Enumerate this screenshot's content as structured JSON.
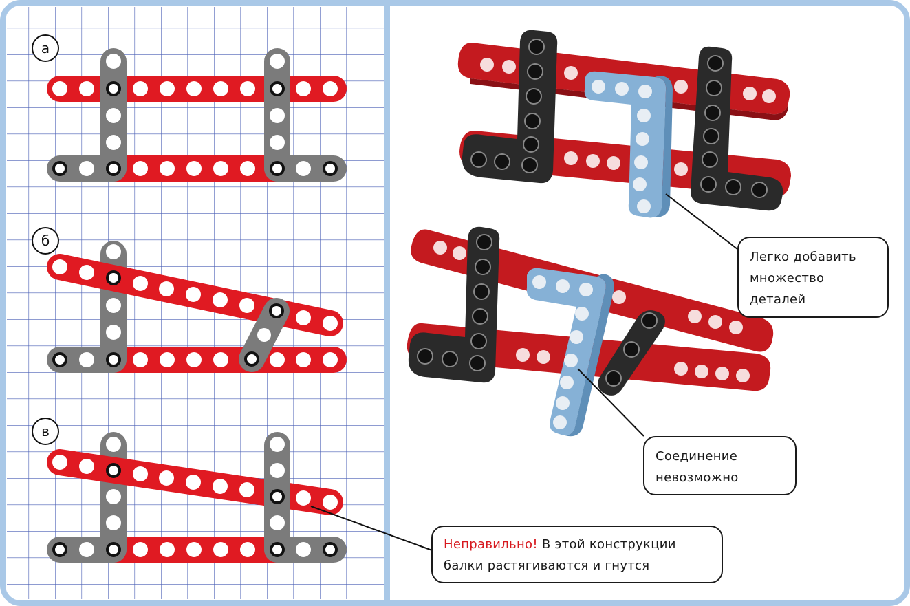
{
  "panels": {
    "a": "а",
    "b": "б",
    "c": "в"
  },
  "callouts": {
    "easy_add": {
      "line1": "Легко добавить",
      "line2": "множество",
      "line3": "деталей"
    },
    "impossible": {
      "line1": "Соединение",
      "line2": "невозможно"
    },
    "wrong": {
      "prefix": "Неправильно!",
      "rest": " В этой конструкции",
      "line2": "балки растягиваются и гнутся"
    }
  },
  "colors": {
    "grid_line": "#3d53a8",
    "frame_border": "#a9c8e7",
    "red_beam": "#e01a22",
    "gray_beam": "#7b7b7b",
    "black_beam": "#2b2b2b",
    "blue_beam": "#86b1d6",
    "warning_text": "#d7191f"
  }
}
